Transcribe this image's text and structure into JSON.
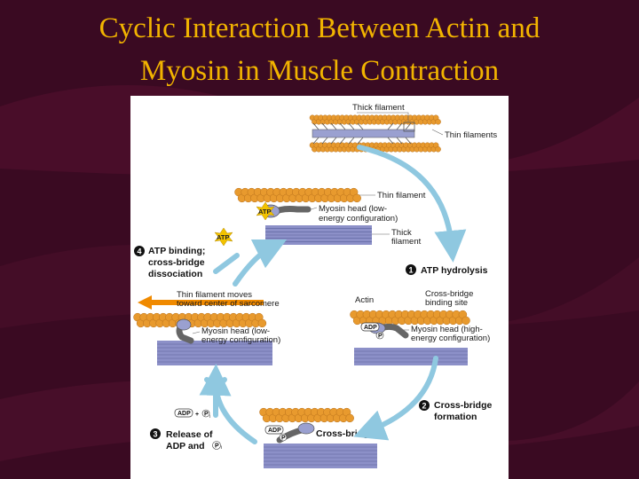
{
  "title_line1": "Cyclic Interaction Between Actin and",
  "title_line2": "Myosin in Muscle Contraction",
  "colors": {
    "background": "#3a0a22",
    "title": "#f2b400",
    "actin": "#e89a2e",
    "myosin": "#8c90c8",
    "cycle_arrow": "#8fc8e0",
    "move_arrow": "#f08a00"
  },
  "overview": {
    "thick": "Thick filament",
    "thin": "Thin filaments"
  },
  "top": {
    "thin": "Thin filament",
    "head_1": "Myosin head (low-",
    "head_2": "energy configuration)",
    "thick_1": "Thick",
    "thick_2": "filament"
  },
  "steps": {
    "s1": {
      "num": "1",
      "line1": "ATP hydrolysis"
    },
    "s2": {
      "num": "2",
      "line1": "Cross-bridge",
      "line2": "formation"
    },
    "s3": {
      "num": "3",
      "line1": "Release of",
      "line2": "ADP and"
    },
    "s4": {
      "num": "4",
      "line1": "ATP binding;",
      "line2": "cross-bridge",
      "line3": "dissociation"
    }
  },
  "right": {
    "actin": "Actin",
    "site_1": "Cross-bridge",
    "site_2": "binding site",
    "head_1": "Myosin head (high-",
    "head_2": "energy configuration)"
  },
  "left": {
    "moves_1": "Thin filament moves",
    "moves_2": "toward center of sarcomere",
    "head_1": "Myosin head (low-",
    "head_2": "energy configuration)"
  },
  "bottom": {
    "crossbridge": "Cross-bridge"
  },
  "molecules": {
    "atp": "ATP",
    "adp": "ADP",
    "pi": "P",
    "pi_sub": "i",
    "plus": "+"
  }
}
